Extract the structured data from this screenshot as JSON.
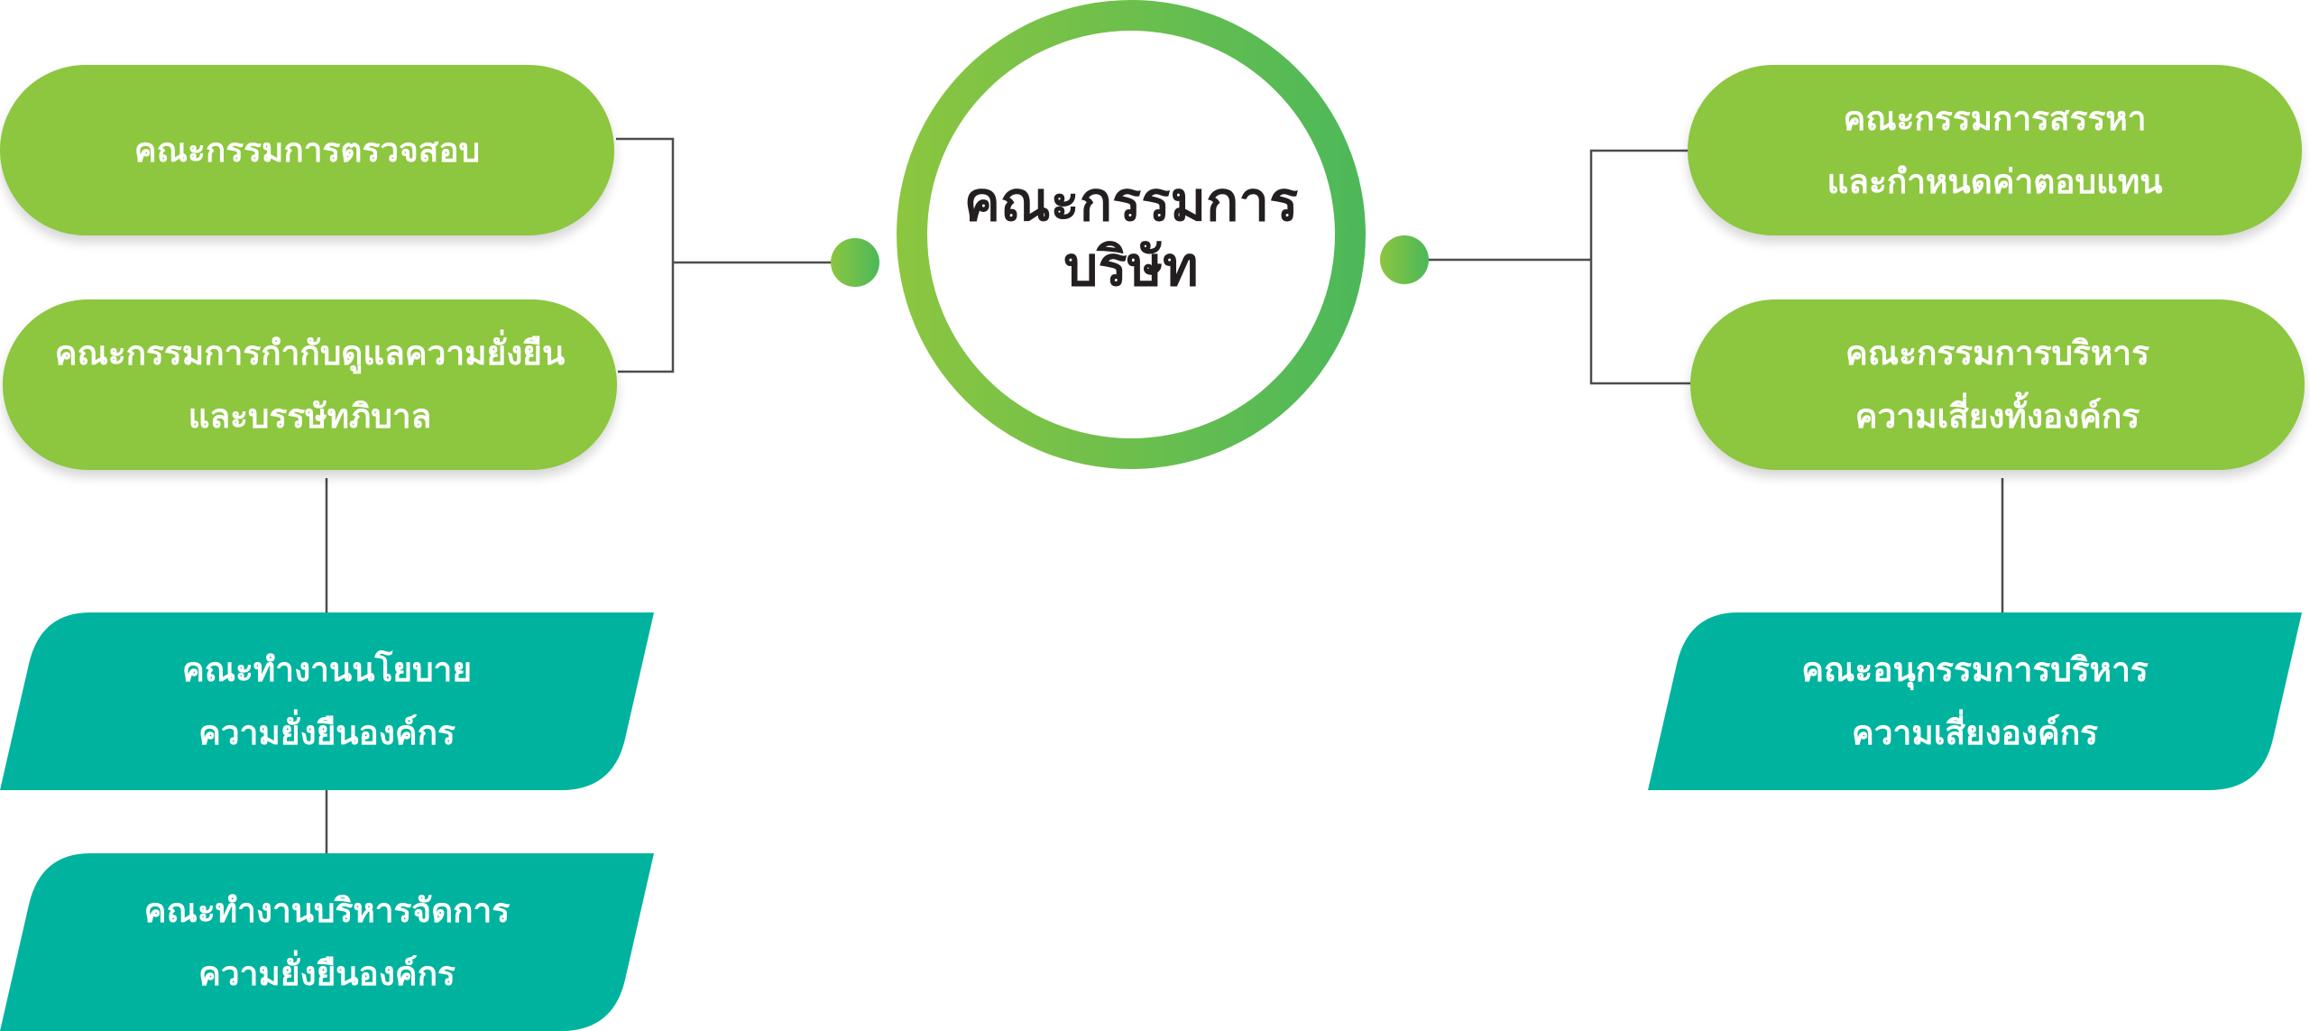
{
  "colors": {
    "green_box": "#8dc63f",
    "teal_box": "#00b39e",
    "ring_start": "#8cc63f",
    "ring_end": "#4cb85a",
    "connector": "#4d4d4d",
    "center_text": "#231f20"
  },
  "center": {
    "line1": "คณะกรรมการ",
    "line2": "บริษัท"
  },
  "left": {
    "audit": {
      "line1": "คณะกรรมการตรวจสอบ"
    },
    "sustainability": {
      "line1": "คณะกรรมการกำกับดูแลความยั่งยืน",
      "line2": "และบรรษัทภิบาล"
    },
    "policy_working": {
      "line1": "คณะทำงานนโยบาย",
      "line2": "ความยั่งยืนองค์กร"
    },
    "management_working": {
      "line1": "คณะทำงานบริหารจัดการ",
      "line2": "ความยั่งยืนองค์กร"
    }
  },
  "right": {
    "nomination": {
      "line1": "คณะกรรมการสรรหา",
      "line2": "และกำหนดค่าตอบแทน"
    },
    "risk": {
      "line1": "คณะกรรมการบริหาร",
      "line2": "ความเสี่ยงทั้งองค์กร"
    },
    "risk_sub": {
      "line1": "คณะอนุกรรมการบริหาร",
      "line2": "ความเสี่ยงองค์กร"
    }
  }
}
